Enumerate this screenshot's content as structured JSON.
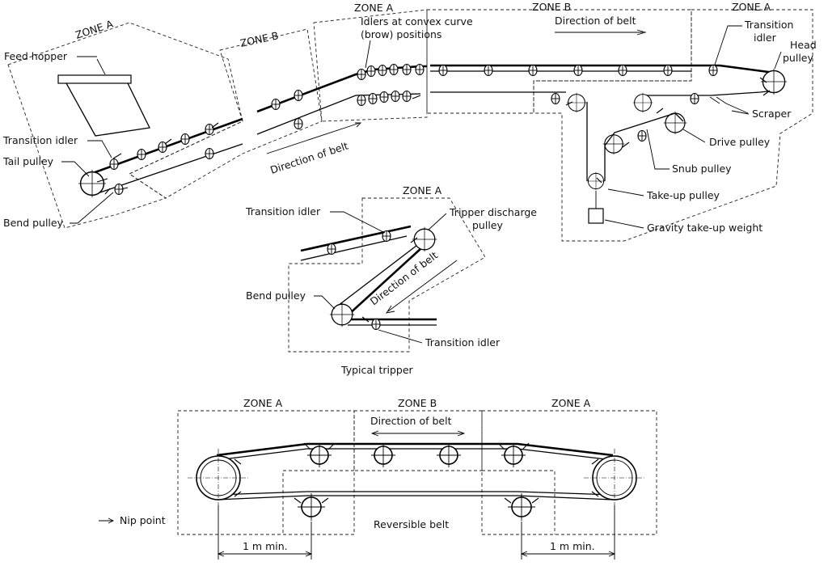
{
  "zones": {
    "zone_a": "ZONE A",
    "zone_b": "ZONE B"
  },
  "top": {
    "feed_hopper": "Feed hopper",
    "transition_idler": "Transition idler",
    "tail_pulley": "Tail pulley",
    "bend_pulley": "Bend pulley",
    "idlers_convex_1": "Idlers at convex curve",
    "idlers_convex_2": "(brow) positions",
    "direction_of_belt": "Direction of belt",
    "transition_idler_head_1": "Transition",
    "transition_idler_head_2": "idler",
    "head_pulley_1": "Head",
    "head_pulley_2": "pulley",
    "scraper": "Scraper",
    "drive_pulley": "Drive pulley",
    "snub_pulley": "Snub pulley",
    "take_up_pulley": "Take-up pulley",
    "gravity_take_up_weight": "Gravity take-up weight"
  },
  "tripper": {
    "transition_idler": "Transition idler",
    "tripper_discharge_1": "Tripper discharge",
    "tripper_discharge_2": "pulley",
    "direction_of_belt": "Direction of belt",
    "bend_pulley": "Bend pulley",
    "transition_idler_low": "Transition idler",
    "caption": "Typical tripper"
  },
  "bottom": {
    "direction_of_belt": "Direction of belt",
    "reversible_belt": "Reversible belt",
    "nip_point": "Nip point",
    "dimension_left": "1 m min.",
    "dimension_right": "1 m min."
  }
}
